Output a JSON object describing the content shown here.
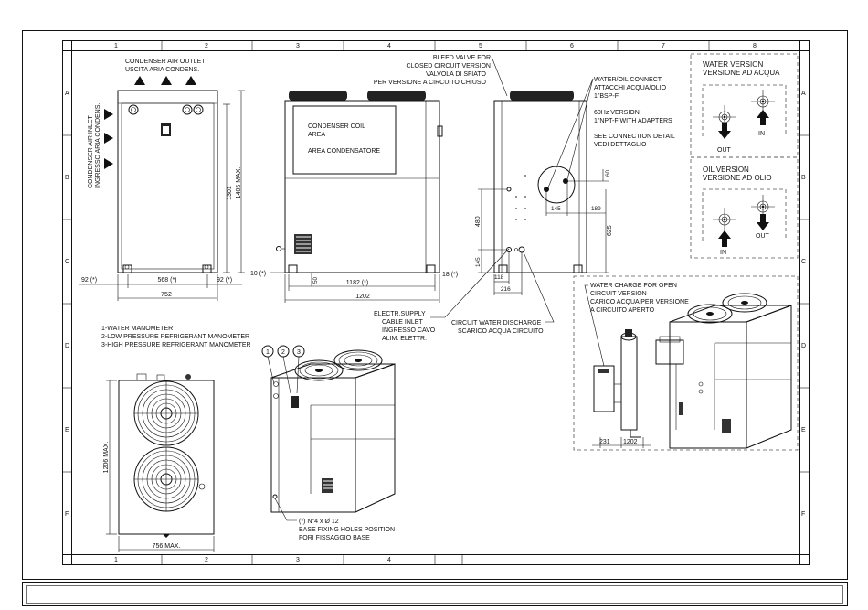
{
  "grid": {
    "cols": [
      "1",
      "2",
      "3",
      "4",
      "5",
      "6",
      "7",
      "8"
    ],
    "rows": [
      "A",
      "B",
      "C",
      "D",
      "E",
      "F"
    ]
  },
  "front_view": {
    "outlet_label": [
      "CONDENSER AIR OUTLET",
      "USCITA ARIA CONDENS."
    ],
    "inlet_label": [
      "CONDENSER AIR INLET",
      "INGRESSO ARIA CONDENS."
    ],
    "dim_height": "1301",
    "dim_height_max": "1405 MAX.",
    "dim_left": "92 (*)",
    "dim_mid": "568 (*)",
    "dim_right": "92 (*)",
    "dim_width": "752"
  },
  "side_view": {
    "coil_label": [
      "CONDENSER COIL",
      "AREA",
      "",
      "AREA CONDENSATORE"
    ],
    "bleed_label": [
      "BLEED VALVE FOR",
      "CLOSED CIRCUIT VERSION",
      "VALVOLA DI SFIATO",
      "PER VERSIONE A CIRCUITO CHIUSO"
    ],
    "dim_50": "50",
    "dim_10": "10 (*)",
    "dim_18": "18 (*)",
    "dim_1182": "1182 (*)",
    "dim_1202": "1202",
    "supply_label": [
      "ELECTR.SUPPLY",
      "CABLE INLET",
      "INGRESSO CAVO",
      "ALIM. ELETTR."
    ]
  },
  "rear_view": {
    "connect_label": [
      "WATER/OIL CONNECT.",
      "ATTACCHI ACQUA/OLIO",
      "1\"BSP-F",
      "",
      "60Hz VERSION:",
      "1\"NPT-F WITH ADAPTERS",
      "",
      "SEE CONNECTION DETAIL",
      "VEDI DETTAGLIO"
    ],
    "dim_480": "480",
    "dim_145v": "145",
    "dim_60": "60",
    "dim_145h": "145",
    "dim_189": "189",
    "dim_625": "625",
    "dim_118": "118",
    "dim_216": "216",
    "discharge_label": [
      "CIRCUIT WATER DISCHARGE",
      "SCARICO ACQUA CIRCUITO"
    ]
  },
  "water_panel": {
    "title": [
      "WATER VERSION",
      "VERSIONE AD ACQUA"
    ],
    "out_label": "OUT",
    "in_label": "IN"
  },
  "oil_panel": {
    "title": [
      "OIL VERSION",
      "VERSIONE AD OLIO"
    ],
    "in_label": "IN",
    "out_label": "OUT"
  },
  "legend": [
    "1-WATER MANOMETER",
    "2-LOW PRESSURE REFRIGERANT MANOMETER",
    "3-HIGH PRESSURE REFRIGERANT MANOMETER"
  ],
  "top_view": {
    "dim_height": "1206 MAX.",
    "dim_width": "756 MAX."
  },
  "iso_view": {
    "callouts": [
      "1",
      "2",
      "3"
    ],
    "note": [
      "(*) N°4 x Ø 12",
      "BASE FIXING HOLES POSITION",
      "FORI FISSAGGIO BASE"
    ]
  },
  "open_circuit": {
    "label": [
      "WATER CHARGE FOR OPEN",
      "CIRCUIT VERSION",
      "CARICO ACQUA PER VERSIONE",
      "A CIRCUITO APERTO"
    ],
    "dim_231": "231",
    "dim_1202": "1202"
  }
}
